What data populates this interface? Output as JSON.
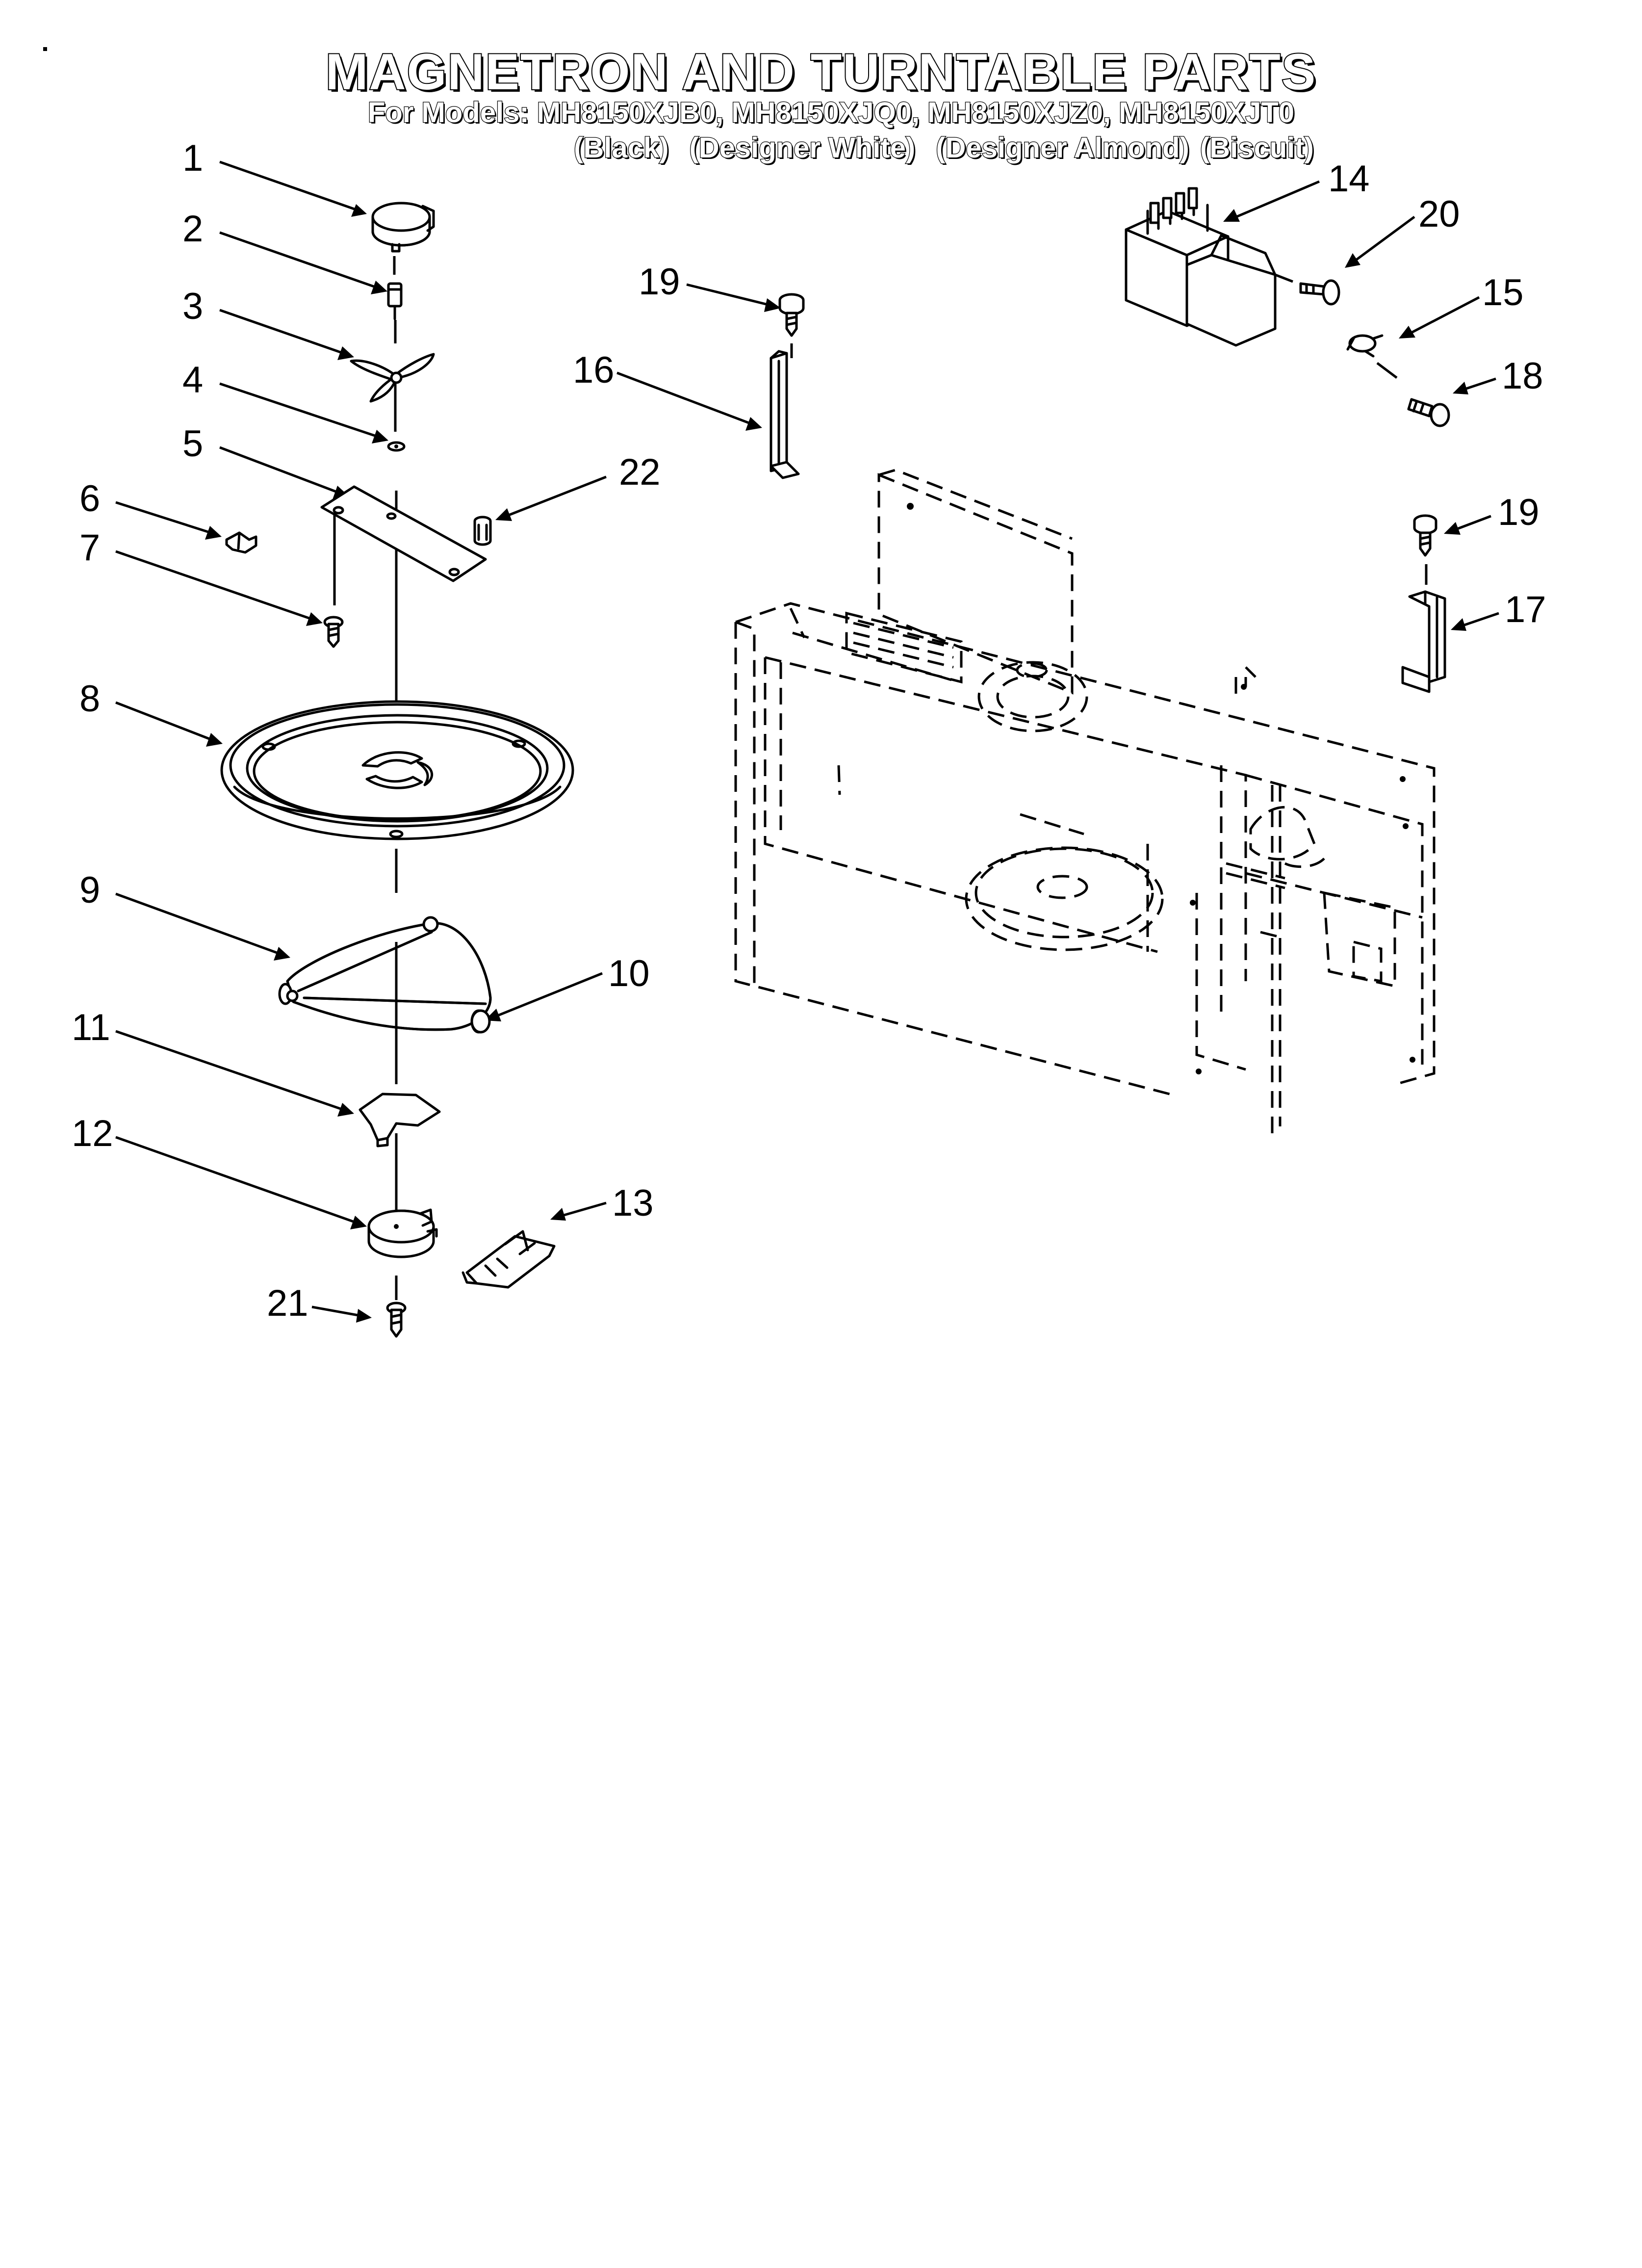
{
  "header": {
    "title": "MAGNETRON AND TURNTABLE PARTS",
    "models_line": "For Models: MH8150XJB0, MH8150XJQ0, MH8150XJZ0, MH8150XJT0",
    "color_variants": [
      "(Black)",
      "(Designer White)",
      "(Designer Almond)",
      "(Biscuit)"
    ]
  },
  "callouts": {
    "c1": "1",
    "c2": "2",
    "c3": "3",
    "c4": "4",
    "c5": "5",
    "c6": "6",
    "c7": "7",
    "c8": "8",
    "c9": "9",
    "c10": "10",
    "c11": "11",
    "c12": "12",
    "c13": "13",
    "c14": "14",
    "c15": "15",
    "c16": "16",
    "c17": "17",
    "c18": "18",
    "c19a": "19",
    "c19b": "19",
    "c20": "20",
    "c21": "21",
    "c22": "22"
  }
}
